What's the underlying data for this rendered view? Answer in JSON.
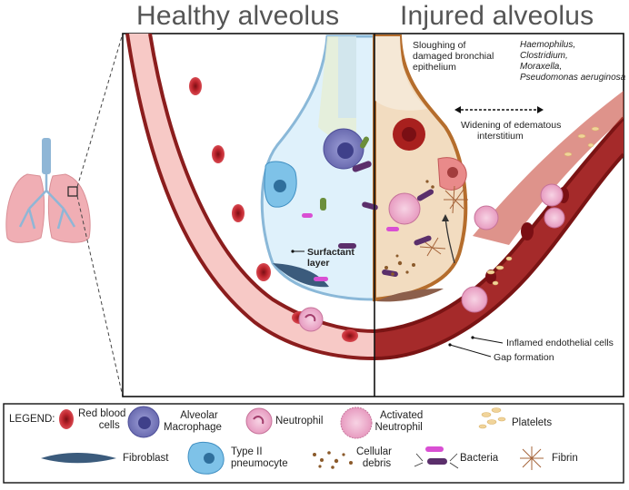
{
  "titles": {
    "healthy": "Healthy alveolus",
    "injured": "Injured alveolus"
  },
  "annotations": {
    "sloughing": [
      "Sloughing of",
      "damaged bronchial",
      "epithelium"
    ],
    "bacteria_species": [
      "Haemophilus,",
      "Clostridium,",
      "Moraxella,",
      "Pseudomonas aeruginosa"
    ],
    "widening": [
      "Widening of edematous",
      "interstitium"
    ],
    "surfactant": [
      "Surfactant",
      "layer"
    ],
    "inflamed": "Inflamed endothelial cells",
    "gap": "Gap formation"
  },
  "legend": {
    "title": "LEGEND:",
    "items": {
      "rbc": [
        "Red blood",
        "cells"
      ],
      "macrophage": [
        "Alveolar",
        "Macrophage"
      ],
      "neutrophil": "Neutrophil",
      "activated": [
        "Activated",
        "Neutrophil"
      ],
      "platelets": "Platelets",
      "fibroblast": "Fibroblast",
      "type2": [
        "Type II",
        "pneumocyte"
      ],
      "debris": [
        "Cellular",
        "debris"
      ],
      "bacteria": "Bacteria",
      "fibrin": "Fibrin"
    }
  },
  "colors": {
    "vessel_healthy": "#f7c9c6",
    "vessel_injured": "#a52a2a",
    "vessel_wall": "#8b1d1d",
    "alveolus_healthy": "#dff1fb",
    "alveolus_injured": "#f2dcc0",
    "rbc": "#c0262e",
    "macrophage": "#7e7fbf",
    "neutrophil": "#f2b3cf",
    "lung": "#f0aeb4"
  }
}
